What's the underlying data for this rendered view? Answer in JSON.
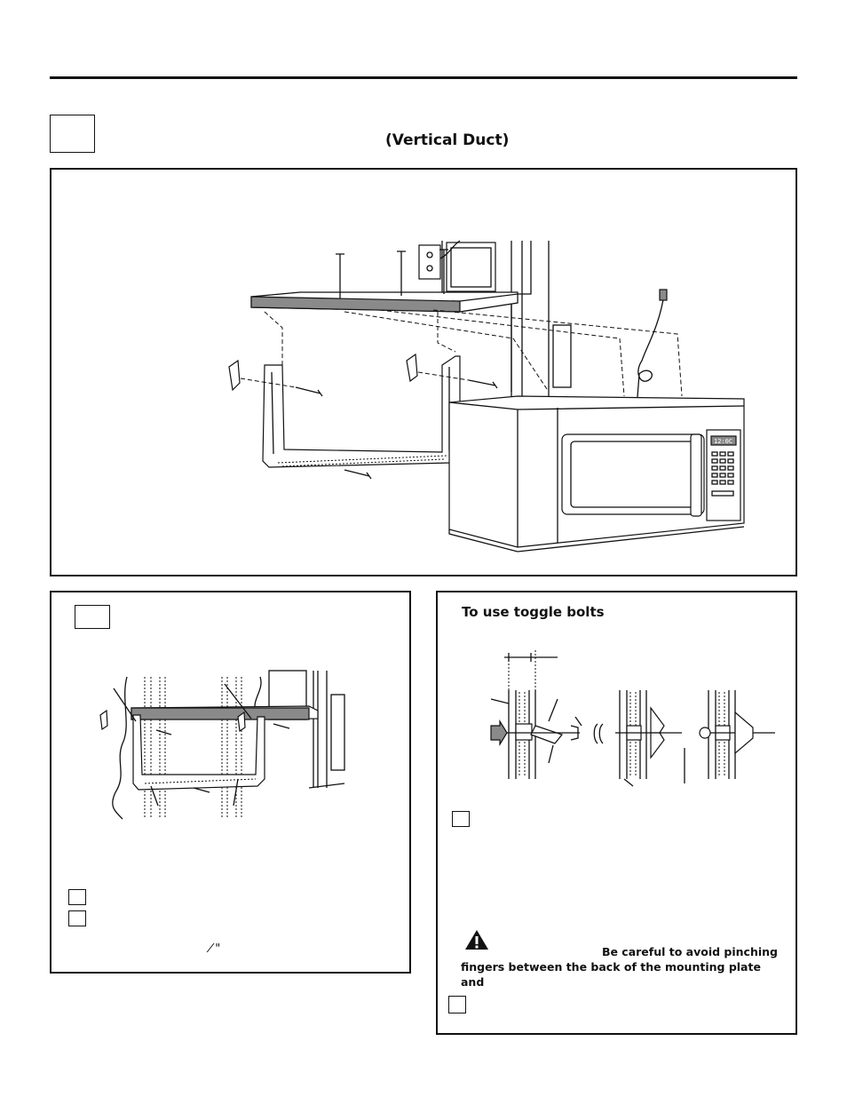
{
  "page": {
    "heading": "(Vertical Duct)"
  },
  "toggle_panel": {
    "title": "To use toggle bolts",
    "caution_line1": "Be careful to avoid pinching",
    "caution_line2": "fingers between the back of the mounting plate and"
  },
  "bracket_panel": {
    "fraction_mark": "⁄ \""
  },
  "display": {
    "clock_text": "12:0C"
  },
  "icons": [
    "warning-triangle-icon"
  ]
}
